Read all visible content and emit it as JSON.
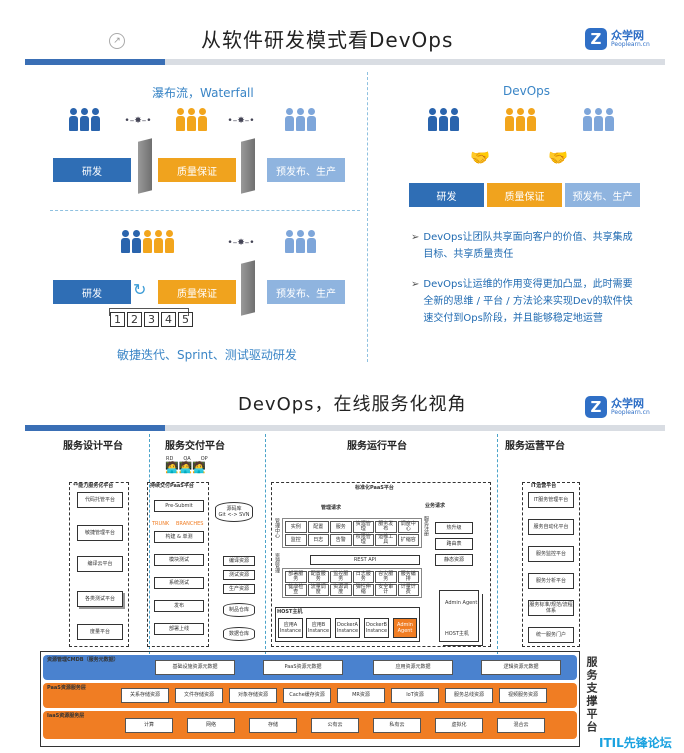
{
  "slide1": {
    "title": "从软件研发模式看DevOps",
    "logo": {
      "name": "众学网",
      "url": "Peoplearn.cn"
    },
    "waterfall": {
      "subtitle": "瀑布流，Waterfall",
      "stages": [
        "研发",
        "质量保证",
        "预发布、生产"
      ]
    },
    "agile": {
      "stages": [
        "研发",
        "质量保证",
        "预发布、生产"
      ],
      "iterations": [
        "1",
        "2",
        "3",
        "4",
        "5"
      ],
      "caption": "敏捷迭代、Sprint、测试驱动研发"
    },
    "devops": {
      "subtitle": "DevOps",
      "stages": [
        "研发",
        "质量保证",
        "预发布、生产"
      ],
      "bullets": [
        "DevOps让团队共享面向客户的价值、共享集成目标、共享质量责任",
        "DevOps让运维的作用变得更加凸显，此时需要全新的思维 / 平台 / 方法论来实现Dev的软件快速交付到Ops阶段，并且能够稳定地运营"
      ]
    }
  },
  "slide2": {
    "title": "DevOps，在线服务化视角",
    "logo": {
      "name": "众学网",
      "url": "Peoplearn.cn"
    },
    "columns": [
      "服务设计平台",
      "服务交付平台",
      "服务运行平台",
      "服务运营平台"
    ],
    "design": {
      "group_label": "**能力服务化平台",
      "items": [
        "代码托管平台",
        "敏捷管理平台",
        "编译云平台",
        "各类测试平台",
        "度量平台"
      ]
    },
    "delivery": {
      "roles": [
        "RD",
        "QA",
        "OP"
      ],
      "group_label": "持续交付PaaS平台",
      "pre_submit": "Pre-Submit",
      "repo": "源码库\nGit <-> SVN",
      "trunk": "TRUNK",
      "branches": "BRANCHES",
      "steps": [
        "构建 & 单测",
        "模块测试",
        "系统测试",
        "发布",
        "部署上线"
      ],
      "envs": [
        "编译资源",
        "测试资源",
        "生产资源"
      ],
      "stores": [
        "制品仓库",
        "数据仓库"
      ]
    },
    "runtime": {
      "group_label": "标准化PaaS平台",
      "mgmt_request": "管理请求",
      "biz_request": "业务请求",
      "mgmt_center": "管理中心",
      "resource_mgmt": "资源管理",
      "service_reg": "服务注册",
      "mgmt_cells": [
        "实例",
        "配置",
        "服务",
        "资源管理",
        "服务发布",
        "调度中心",
        "监控",
        "日志",
        "告警",
        "权限管理",
        "运维工具",
        "扩缩容"
      ],
      "rest_api": "REST API",
      "middle_cells": [
        "部署服务",
        "配置服务",
        "监控服务",
        "日志服务",
        "容灾服务",
        "服务编排",
        "健康检查",
        "流量调度",
        "资源调度",
        "弹性伸缩",
        "安全审计",
        "计量计费"
      ],
      "host_title": "HOST主机",
      "instances": [
        "应用A Instance",
        "应用B Instance",
        "DockerA Instance",
        "DockerB Instance",
        "Admin Agent"
      ],
      "routes": [
        "热升级",
        "路由表",
        "静态资源"
      ],
      "agent": "Admin Agent",
      "agent_host": "HOST主机"
    },
    "operation": {
      "group_label": "IT运营平台",
      "items": [
        "IT服务管理平台",
        "服务自动化平台",
        "服务监控平台",
        "服务分析平台",
        "服务标准/规范/流程体系",
        "统一服务门户"
      ]
    },
    "support": {
      "label": "服务支撑平台",
      "cmdb": {
        "label": "资源管理CMDB（服务元数据）",
        "items": [
          "基础设施资源元数据",
          "PaaS资源元数据",
          "应用资源元数据",
          "逻辑资源元数据"
        ]
      },
      "paas": {
        "label": "PaaS资源服务层",
        "items": [
          "关系存储资源",
          "文件存储资源",
          "对象存储资源",
          "Cache缓存资源",
          "MR资源",
          "IoT资源",
          "服务总线资源",
          "视频服务资源"
        ]
      },
      "iaas": {
        "label": "IaaS资源服务层",
        "items": [
          "计算",
          "网络",
          "存储",
          "公有云",
          "私有云",
          "虚拟化",
          "混合云"
        ]
      }
    },
    "watermark": "ITIL先锋论坛"
  },
  "colors": {
    "blue": "#2f6eb5",
    "orange": "#f0a31e",
    "light_blue": "#8fb4df",
    "support_orange": "#f07d23",
    "support_blue": "#4a82cf"
  }
}
